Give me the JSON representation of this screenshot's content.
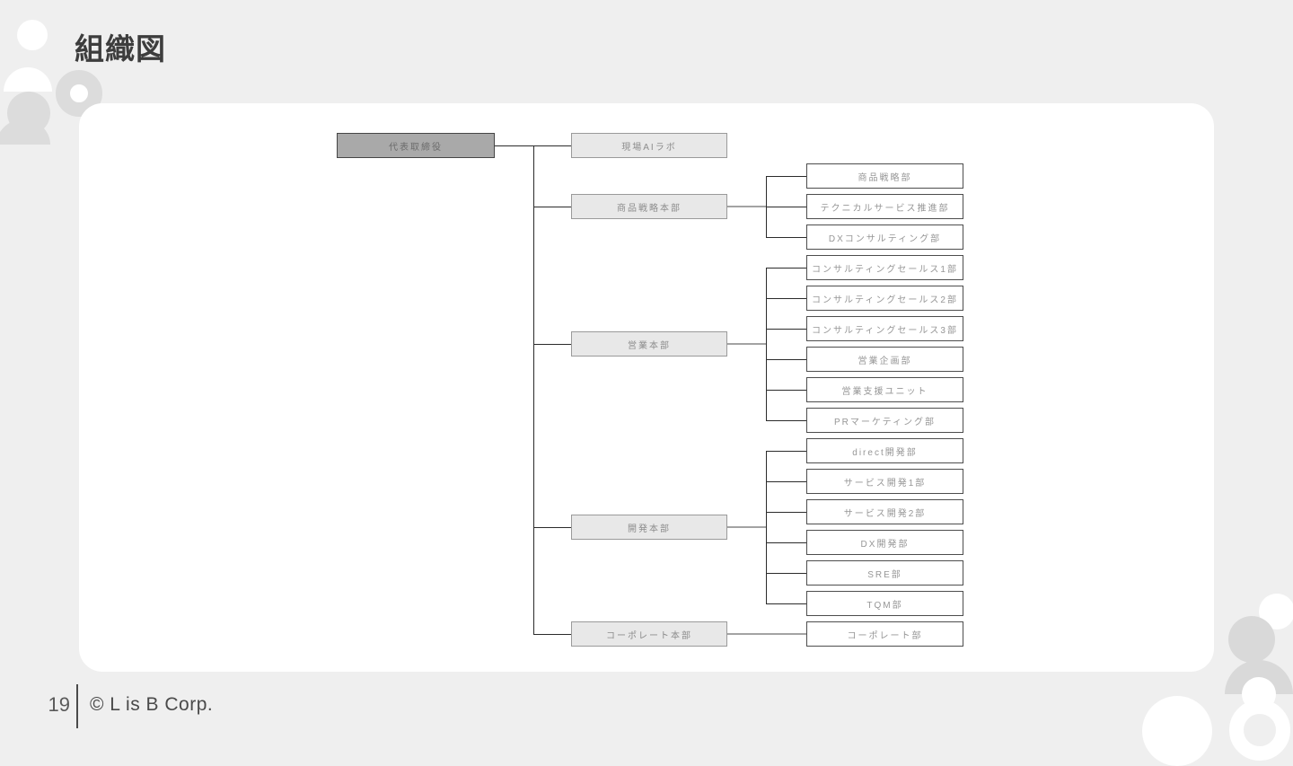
{
  "page": {
    "title": "組織図",
    "page_number": "19",
    "copyright": "© L is B Corp."
  },
  "org_chart": {
    "type": "org-tree",
    "root": {
      "label": "代表取締役"
    },
    "divisions": [
      {
        "label": "現場AIラボ",
        "children": []
      },
      {
        "label": "商品戦略本部",
        "children": [
          "商品戦略部",
          "テクニカルサービス推進部",
          "DXコンサルティング部"
        ]
      },
      {
        "label": "営業本部",
        "children": [
          "コンサルティングセールス1部",
          "コンサルティングセールス2部",
          "コンサルティングセールス3部",
          "営業企画部",
          "営業支援ユニット",
          "PRマーケティング部"
        ]
      },
      {
        "label": "開発本部",
        "children": [
          "direct開発部",
          "サービス開発1部",
          "サービス開発2部",
          "DX開発部",
          "SRE部",
          "TQM部"
        ]
      },
      {
        "label": "コーポレート本部",
        "children": [
          "コーポレート部"
        ]
      }
    ],
    "colors": {
      "background": "#efefef",
      "card": "#ffffff",
      "root_fill": "#a9a9a9",
      "division_fill": "#e8e8e8",
      "department_fill": "#ffffff",
      "connector": "#2b2b2b",
      "connector_gray": "#a3a3a3"
    }
  }
}
